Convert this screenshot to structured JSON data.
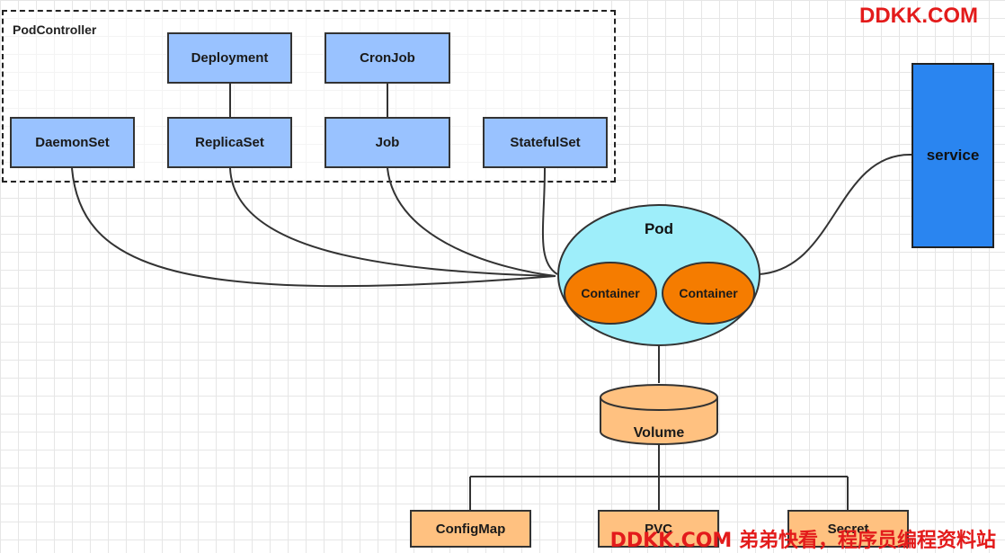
{
  "group": {
    "label": "PodController"
  },
  "controllers": {
    "deployment": "Deployment",
    "cronjob": "CronJob",
    "daemonset": "DaemonSet",
    "replicaset": "ReplicaSet",
    "job": "Job",
    "statefulset": "StatefulSet"
  },
  "service": {
    "label": "service"
  },
  "pod": {
    "label": "Pod",
    "containers": [
      "Container",
      "Container"
    ]
  },
  "volume": {
    "label": "Volume"
  },
  "volume_types": {
    "configmap": "ConfigMap",
    "pvc": "PVC",
    "secret": "Secret"
  },
  "watermark": {
    "top": "DDKK.COM",
    "bottom": "DDKK.COM 弟弟快看，程序员编程资料站"
  },
  "colors": {
    "controller_fill": "#99c2ff",
    "service_fill": "#2a85f0",
    "pod_fill": "#9eeefa",
    "container_fill": "#f57c00",
    "volume_fill": "#ffc180",
    "watermark": "#e31b1b"
  }
}
